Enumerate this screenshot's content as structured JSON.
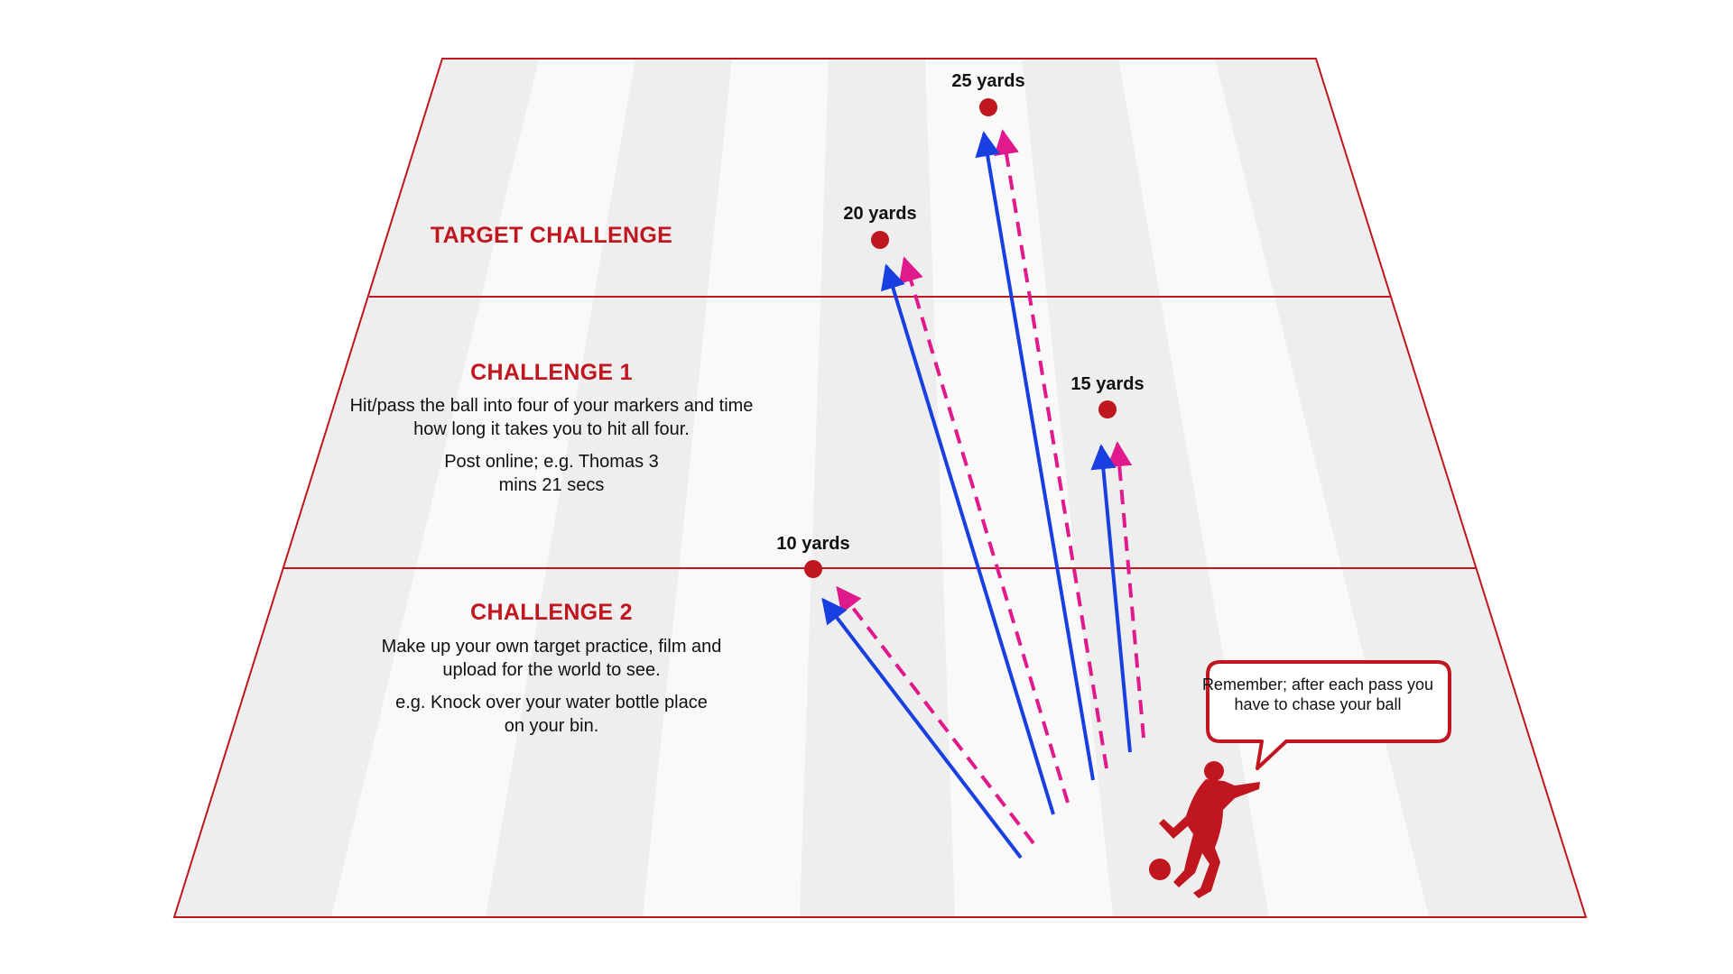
{
  "zones": {
    "target": {
      "title": "TARGET CHALLENGE"
    },
    "challenge1": {
      "title": "CHALLENGE 1",
      "paragraphs": [
        "Hit/pass the ball into four of your markers and time how long it takes you to hit all four.",
        "Post online; e.g. Thomas 3 mins 21 secs"
      ]
    },
    "challenge2": {
      "title": "CHALLENGE 2",
      "paragraphs": [
        "Make up your own target practice, film and upload for the world to see.",
        "e.g. Knock over your water bottle place on your bin."
      ]
    }
  },
  "markers": [
    {
      "label": "10 yards"
    },
    {
      "label": "15 yards"
    },
    {
      "label": "20 yards"
    },
    {
      "label": "25 yards"
    }
  ],
  "speech_bubble": {
    "text": "Remember; after each pass you have to chase your ball"
  },
  "colors": {
    "accent_red": "#c0161f",
    "pass_arrow_blue": "#1a3fe0",
    "return_arrow_pink": "#e0198c",
    "pitch_stripe_light": "#f9f9f9",
    "pitch_stripe_dark": "#eeeeee"
  },
  "icons": [
    "player-silhouette-icon",
    "ball-icon",
    "marker-dot-icon",
    "arrow-icon"
  ]
}
